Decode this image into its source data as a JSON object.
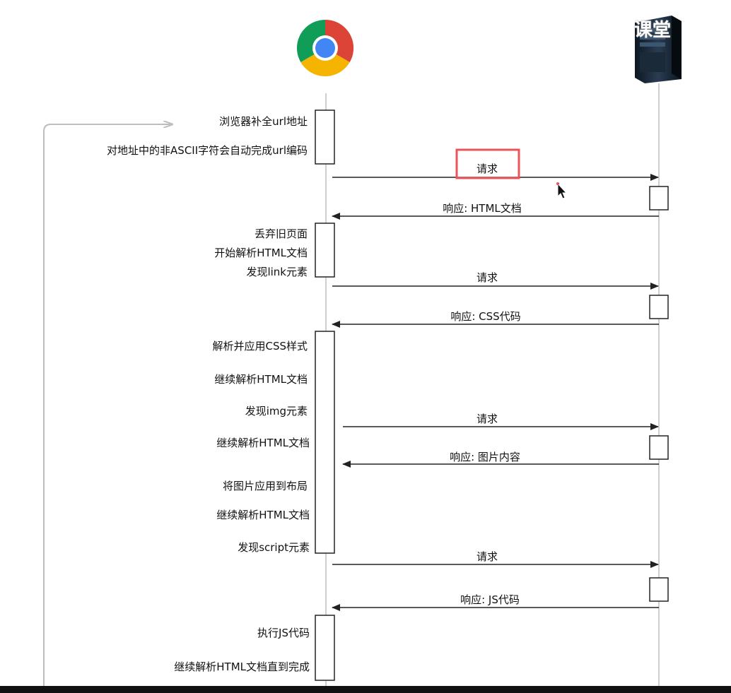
{
  "watermark": "课堂",
  "participants": {
    "browser": {
      "icon": "chrome-browser-icon"
    },
    "server": {
      "icon": "server-tower-icon"
    }
  },
  "browser_steps": [
    "浏览器补全url地址",
    "对地址中的非ASCII字符会自动完成url编码",
    "丢弃旧页面",
    "开始解析HTML文档",
    "发现link元素",
    "解析并应用CSS样式",
    "继续解析HTML文档",
    "发现img元素",
    "继续解析HTML文档",
    "将图片应用到布局",
    "继续解析HTML文档",
    "发现script元素",
    "执行JS代码",
    "继续解析HTML文档直到完成"
  ],
  "messages": [
    {
      "text": "请求",
      "direction": "to-server",
      "highlighted": true
    },
    {
      "text": "响应: HTML文档",
      "direction": "to-browser"
    },
    {
      "text": "请求",
      "direction": "to-server"
    },
    {
      "text": "响应: CSS代码",
      "direction": "to-browser"
    },
    {
      "text": "请求",
      "direction": "to-server"
    },
    {
      "text": "响应: 图片内容",
      "direction": "to-browser"
    },
    {
      "text": "请求",
      "direction": "to-server"
    },
    {
      "text": "响应: JS代码",
      "direction": "to-browser"
    }
  ],
  "colors": {
    "highlight": "#e8545a",
    "line": "#222222",
    "lifeline": "#cfcfcf",
    "loop": "#bdbdbd"
  }
}
